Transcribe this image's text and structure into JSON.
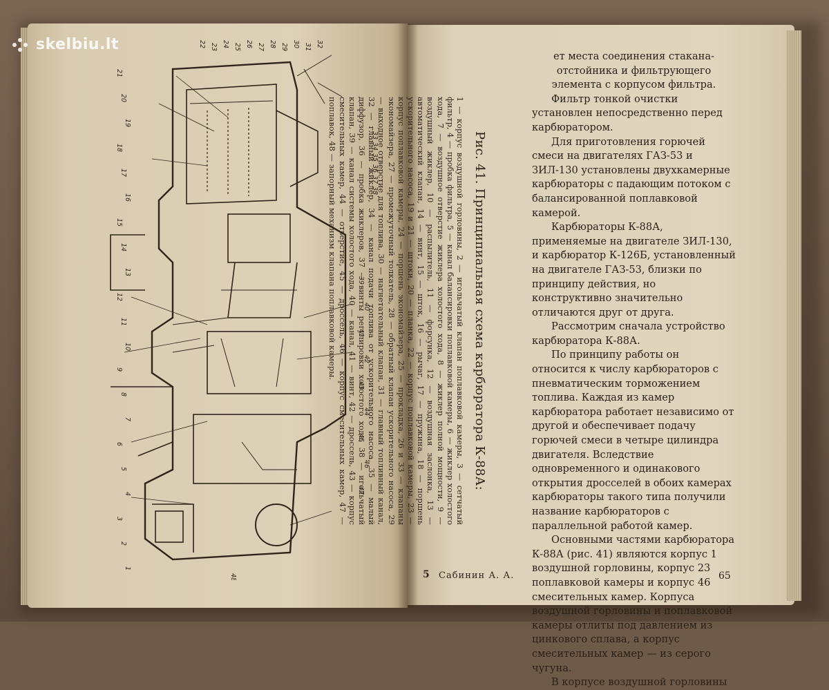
{
  "watermark": {
    "text": "skelbiu.lt"
  },
  "figure": {
    "title": "Рис. 41. Принципиальная схема карбюратора К-88А:",
    "caption": "1 — корпус воздушной горловины, 2 — игольчатый клапан поплавковой камеры, 3 — сетчатый фильтр, 4 — пробка фильтра, 5 — канал балансировки поплавковой камеры, 6 — жиклер холостого хода, 7 — воздушное отверстие жиклера холостого хода, 8 — жиклер полной мощности, 9 — воздушный жиклер, 10 — распылитель, 11 — форсунка, 12 — воздушная заслонка, 13 — автоматический клапан, 14 — винт, 15 — шток, 16 — рычаг, 17 — пружина, 18 — поршень ускорительного насоса, 19 и 21 — штоки, 20 — планка, 22 — корпус поплавковой камеры, 23 — корпус поплавковой камеры, 24 — поршень экономайзера, 25 — прокладка, 26 и 33 — клапаны экономайзера, 27 — промежуточный толкатель, 28 — обратный клапан ускорительного насоса, 29 — выходное отверстие для топлива, 30 — нагнетательный клапан, 31 — главный топливный канал, 32 — главный жиклер, 34 — канал подачи топлива от ускорительного насоса, 35 — малый диффузор, 36 — пробка жиклеров, 37 — винты регулировки холостого хода, 38 — игольчатый клапан, 39 — канал системы холостого хода, 40 — канал, 41 — винт, 42 — дроссель, 43 — корпус смесительных камер, 44 — отверстие, 45 — дроссель, 46 — корпус смесительных камер, 47 — поплавок, 48 — запорный механизм клапана поплавковой камеры.",
    "labels_top": [
      "22",
      "23",
      "24",
      "25",
      "26",
      "27",
      "28",
      "29",
      "30",
      "31",
      "32",
      "33",
      "34",
      "35",
      "36",
      "37",
      "38"
    ],
    "labels_left": [
      "21",
      "20",
      "19",
      "18",
      "17",
      "16",
      "15",
      "14",
      "13",
      "12",
      "11",
      "10",
      "9",
      "8",
      "7",
      "6",
      "5",
      "4",
      "3",
      "2",
      "1"
    ],
    "labels_right": [
      "39",
      "40",
      "41",
      "42",
      "43",
      "44",
      "45",
      "46",
      "47"
    ],
    "label_bottom": "48"
  },
  "right_page": {
    "paragraphs": [
      {
        "text": "ет места соединения стакана-отстойника и фильтрующего элемента с корпусом фильтра.",
        "indent": false,
        "center": true
      },
      {
        "text": "Фильтр тонкой очистки установлен непосредственно перед карбюратором.",
        "indent": true
      },
      {
        "text": "Для приготовления горючей смеси на двигателях ГАЗ-53 и ЗИЛ-130 установлены двухкамерные карбюраторы с падающим потоком с балансированной поплавковой камерой.",
        "indent": true
      },
      {
        "text": "Карбюраторы К-88А, применяемые на двигателе ЗИЛ-130, и карбюратор К-126Б, установленный на двигателе ГАЗ-53, близки по принципу действия, но конструктивно значительно отличаются друг от друга.",
        "indent": true
      },
      {
        "text": "Рассмотрим сначала устройство карбюратора К-88А.",
        "indent": true
      },
      {
        "text": "По принципу работы он относится к числу карбюраторов с пневматическим торможением топлива. Каждая из камер карбюратора работает независимо от другой и обеспечивает подачу горючей смеси в четыре цилиндра двигателя. Вследствие одновременного и одинакового открытия дросселей в обоих камерах карбюраторы такого типа получили название карбюраторов с параллельной работой камер.",
        "indent": true
      },
      {
        "text": "Основными частями карбюратора К-88А (рис. 41) являются корпус 1 воздушной горловины, корпус 23 поплавковой камеры и корпус 46 смесительных камер. Корпуса воздушной горловины и поплавковой камеры отлиты под давлением из цинкового сплава, а корпус смесительных камер — из серого чугуна.",
        "indent": true
      },
      {
        "text": "В корпусе воздушной горловины",
        "indent": true
      }
    ],
    "folio_mark": "5",
    "folio_author": "Сабинин А. А.",
    "page_number": "65"
  }
}
